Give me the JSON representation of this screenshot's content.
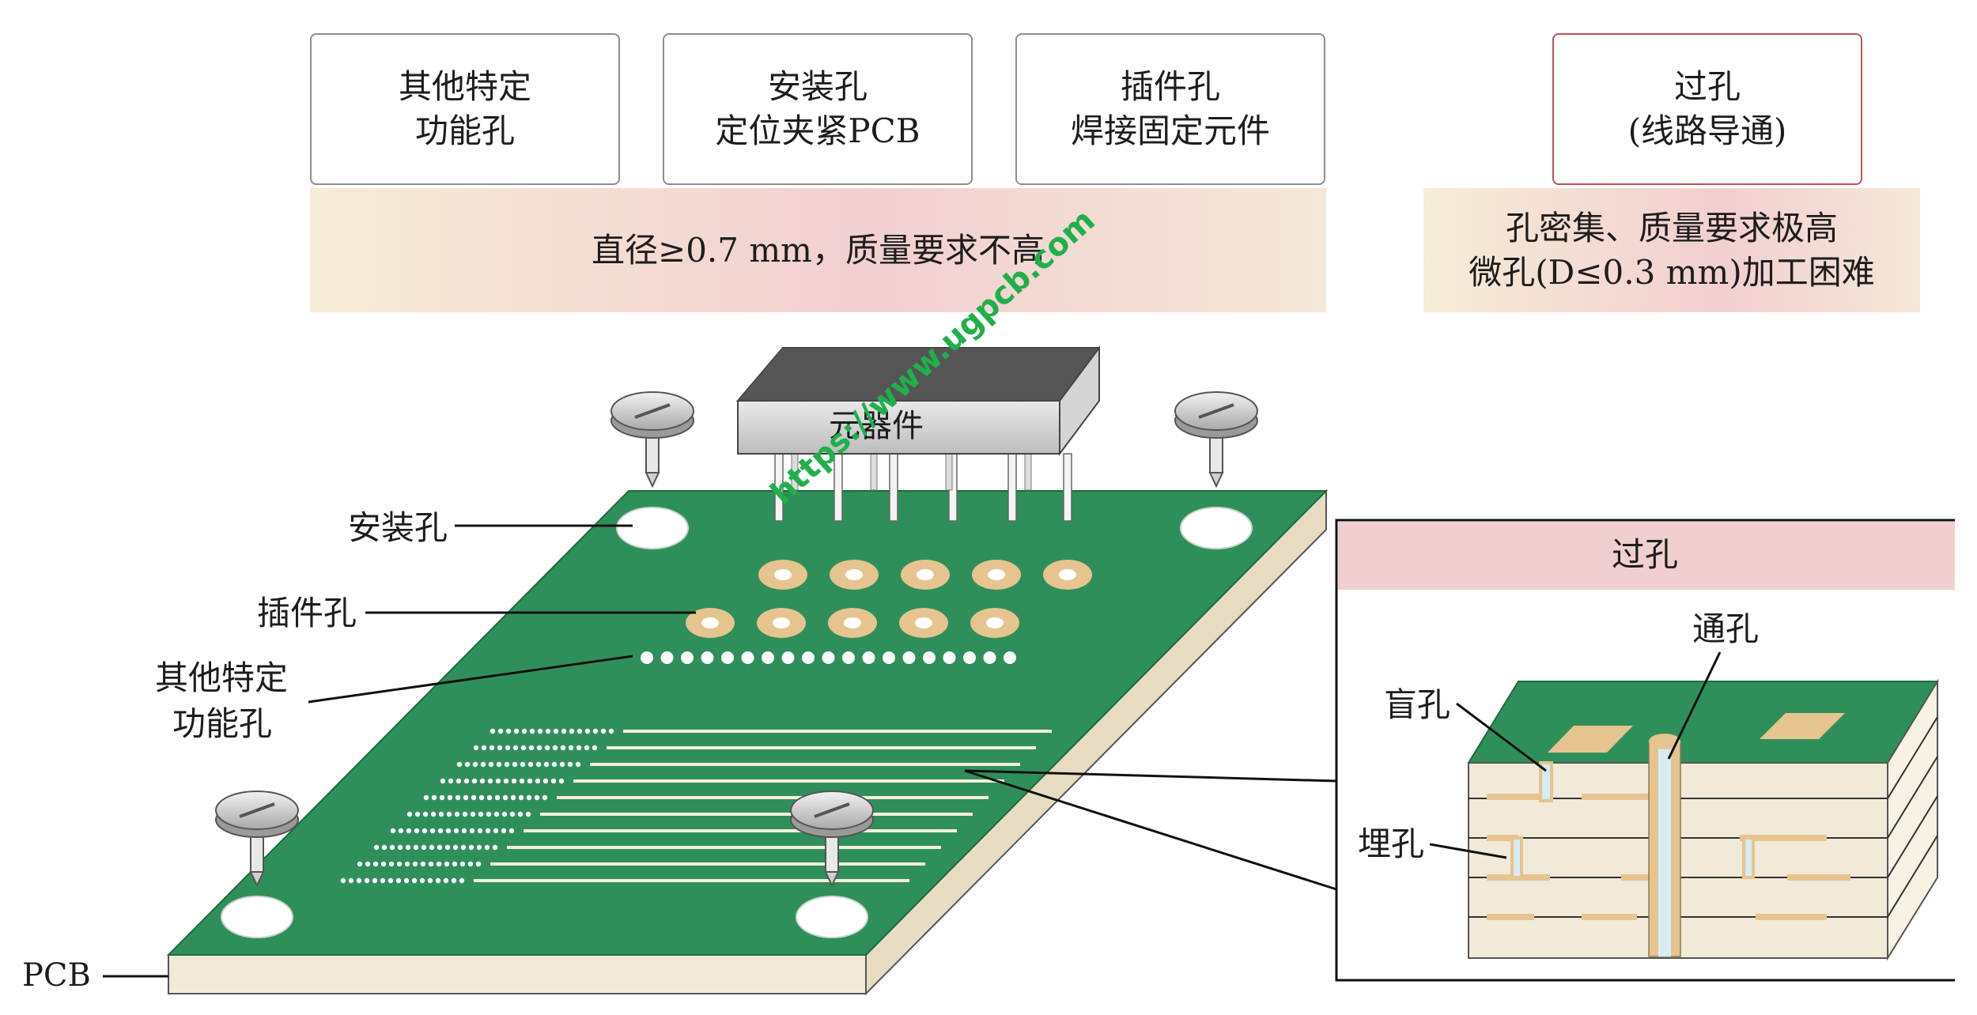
{
  "boxes": {
    "other_holes": {
      "line1": "其他特定",
      "line2": "功能孔"
    },
    "mounting_holes": {
      "line1": "安装孔",
      "line2": "定位夹紧PCB"
    },
    "plug_holes": {
      "line1": "插件孔",
      "line2": "焊接固定元件"
    },
    "via_holes": {
      "line1": "过孔",
      "line2": "(线路导通)"
    }
  },
  "bands": {
    "left": "直径≥0.7 mm，质量要求不高",
    "right_line1": "孔密集、质量要求极高",
    "right_line2": "微孔(D≤0.3 mm)加工困难"
  },
  "labels": {
    "component": "元器件",
    "mounting_hole": "安装孔",
    "plug_hole": "插件孔",
    "other_line1": "其他特定",
    "other_line2": "功能孔",
    "pcb": "PCB"
  },
  "inset": {
    "title": "过孔",
    "through_hole": "通孔",
    "blind_hole": "盲孔",
    "buried_hole": "埋孔"
  },
  "watermark": "https://www.ugpcb.com",
  "colors": {
    "board_green": "#2f8f5a",
    "board_edge": "#f1ead8",
    "pad_copper": "#e6c48f",
    "inset_header": "#f1cfcf",
    "via_border": "#c0525a"
  }
}
